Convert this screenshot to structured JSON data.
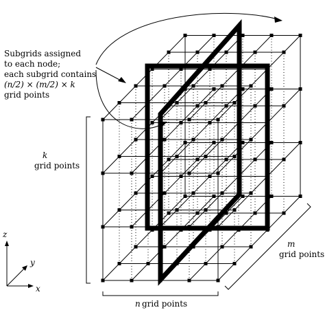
{
  "annotation": {
    "lines": [
      "Subgrids assigned",
      "to each node;",
      "each subgrid contains",
      "(n/2) × (m/2) × k",
      "grid points"
    ]
  },
  "k_label": {
    "symbol": "k",
    "text": "grid points"
  },
  "m_label": {
    "symbol": "m",
    "text": "grid points"
  },
  "n_label": {
    "symbol": "n",
    "text": "grid points"
  },
  "axes": {
    "z": "z",
    "y": "y",
    "x": "x"
  },
  "colors": {
    "ink": "#000000",
    "background": "#ffffff"
  }
}
